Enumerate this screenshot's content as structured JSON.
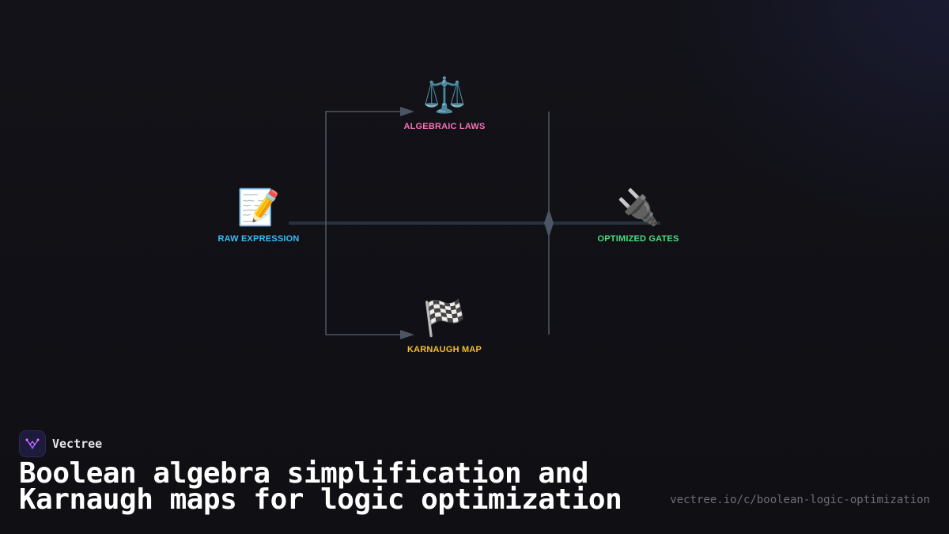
{
  "diagram": {
    "nodes": [
      {
        "id": "raw",
        "icon": "📝",
        "icon_name": "memo-icon",
        "label": "RAW EXPRESSION",
        "color": "#38bdf8"
      },
      {
        "id": "alg",
        "icon": "⚖️",
        "icon_name": "balance-scale-icon",
        "label": "ALGEBRAIC LAWS",
        "color": "#f472b6"
      },
      {
        "id": "kmap",
        "icon": "🏁",
        "icon_name": "checkered-flag-icon",
        "label": "KARNAUGH MAP",
        "color": "#fbbf24"
      },
      {
        "id": "opt",
        "icon": "🔌",
        "icon_name": "electric-plug-icon",
        "label": "OPTIMIZED GATES",
        "color": "#4ade80"
      }
    ],
    "edges": [
      {
        "from": "raw",
        "to": "alg"
      },
      {
        "from": "raw",
        "to": "kmap"
      },
      {
        "from": "alg",
        "to": "opt"
      },
      {
        "from": "kmap",
        "to": "opt"
      },
      {
        "from": "raw",
        "to": "opt"
      }
    ],
    "line_color": "#4b5563"
  },
  "brand": {
    "name": "Vectree",
    "accent": "#a855f7"
  },
  "title": {
    "line1": "Boolean algebra simplification and",
    "line2": "Karnaugh maps for logic optimization"
  },
  "url": "vectree.io/c/boolean-logic-optimization"
}
